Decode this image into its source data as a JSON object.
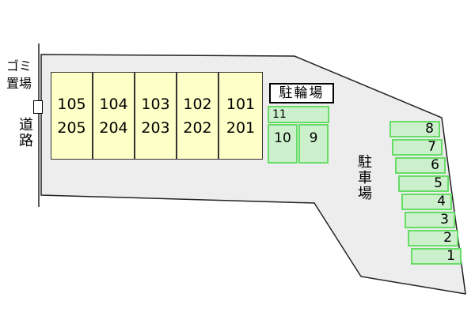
{
  "road_label": "道路",
  "garbage_label_line1": "ゴミ",
  "garbage_label_line2": "置場",
  "parking_label": "駐車場",
  "bike_parking_label": "駐輪場",
  "units": [
    {
      "upper": "105",
      "lower": "205"
    },
    {
      "upper": "104",
      "lower": "204"
    },
    {
      "upper": "103",
      "lower": "203"
    },
    {
      "upper": "102",
      "lower": "202"
    },
    {
      "upper": "101",
      "lower": "201"
    }
  ],
  "bike_spaces": [
    "11",
    "10",
    "9"
  ],
  "parking_spaces": [
    "8",
    "7",
    "6",
    "5",
    "4",
    "3",
    "2",
    "1"
  ],
  "colors": {
    "ground": "#ededed",
    "building": "#ffffc8",
    "space_fill": "#ccf0cc",
    "space_border": "#66dd66"
  }
}
